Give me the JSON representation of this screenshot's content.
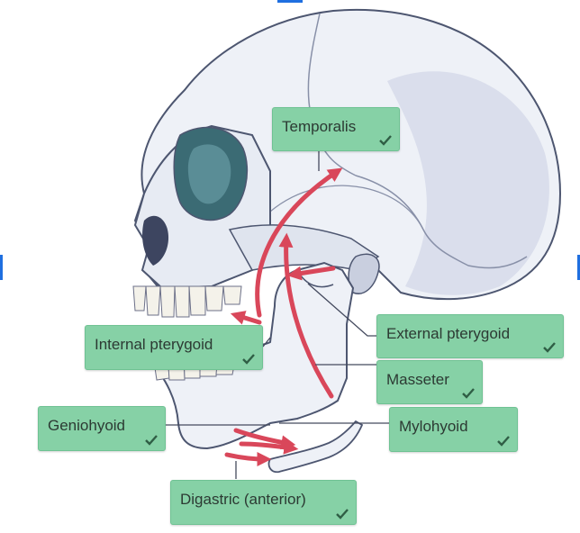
{
  "labels": {
    "temporalis": "Temporalis",
    "external_pterygoid": "External pterygoid",
    "internal_pterygoid": "Internal pterygoid",
    "masseter": "Masseter",
    "geniohyoid": "Geniohyoid",
    "mylohyoid": "Mylohyoid",
    "digastric_anterior": "Digastric (anterior)"
  },
  "colors": {
    "label_fill": "#86d1a6",
    "check": "#2f5e45",
    "arrow": "#d9475a",
    "bone": "#eef1f7",
    "bone_shadow": "#c9cfdf",
    "outline": "#4d5670",
    "orbit": "#3b6b74",
    "edge_marker": "#1f6fe0"
  },
  "icons": {
    "check": "check-icon",
    "arrow": "muscle-direction-arrow"
  }
}
